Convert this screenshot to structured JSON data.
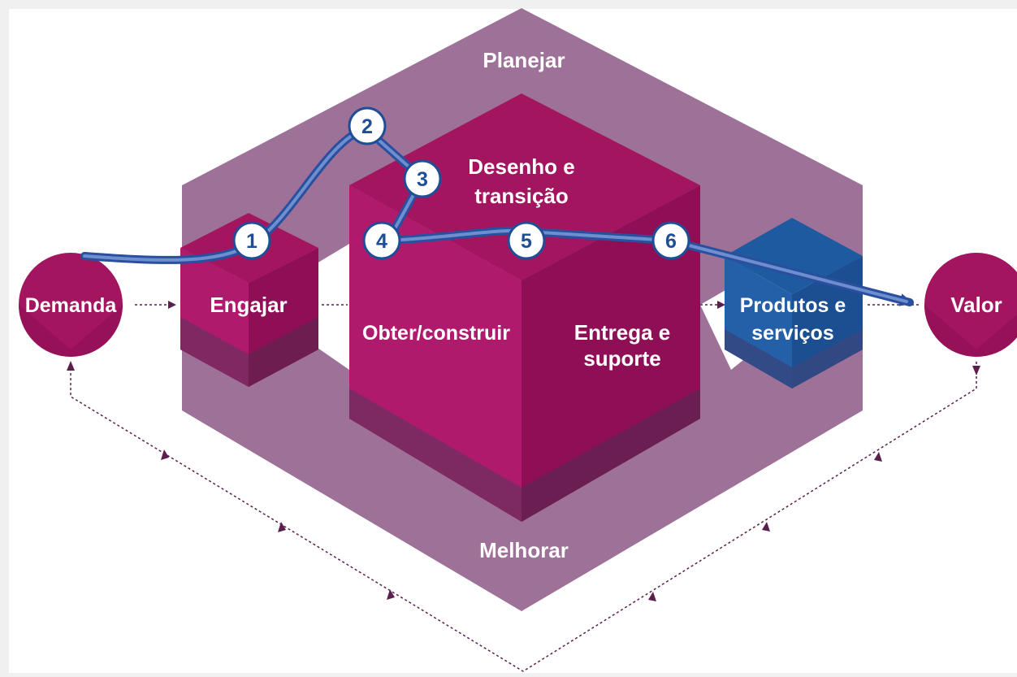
{
  "labels": {
    "plan": "Planejar",
    "improve": "Melhorar",
    "design_line1": "Desenho e",
    "design_line2": "transição",
    "demand": "Demanda",
    "engage": "Engajar",
    "obtain": "Obter/construir",
    "deliver_line1": "Entrega e",
    "deliver_line2": "suporte",
    "products_line1": "Produtos e",
    "products_line2": "serviços",
    "value": "Valor"
  },
  "steps": [
    "1",
    "2",
    "3",
    "4",
    "5",
    "6"
  ],
  "colors": {
    "background": "#f0f0f0",
    "plan_improve_hexagon": "#9e7198",
    "magenta_top": "#a3155e",
    "magenta_front": "#b01a6c",
    "magenta_side": "#8f0f57",
    "blue_hexagon": "#2460a8",
    "path_blue": "#3a60b0",
    "step_circle_border": "#1f4e96",
    "dotted_arrow": "#5a1f4d"
  }
}
